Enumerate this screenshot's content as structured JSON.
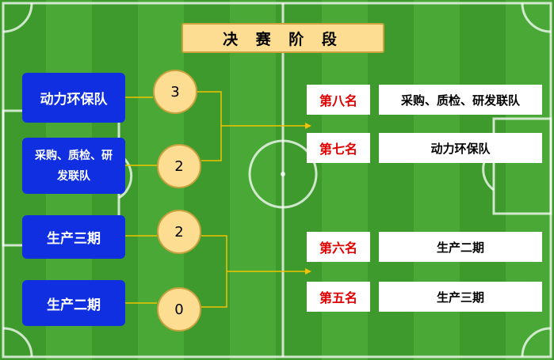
{
  "title": "决 赛 阶 段",
  "teams": [
    {
      "name": "动力环保队"
    },
    {
      "name": "采购、质检、研发联队"
    },
    {
      "name": "生产三期"
    },
    {
      "name": "生产二期"
    }
  ],
  "scores": [
    "3",
    "2",
    "2",
    "0"
  ],
  "rankings": [
    {
      "rank": "第八名",
      "team": "采购、质检、研发联队"
    },
    {
      "rank": "第七名",
      "team": "动力环保队"
    },
    {
      "rank": "第六名",
      "team": "生产二期"
    },
    {
      "rank": "第五名",
      "team": "生产三期"
    }
  ],
  "colors": {
    "team_box": "#0f2fe0",
    "score_circle": "#fddd92",
    "rank_text": "#e00000",
    "connector": "#f2c200",
    "pitch": "#3f9a2e"
  }
}
